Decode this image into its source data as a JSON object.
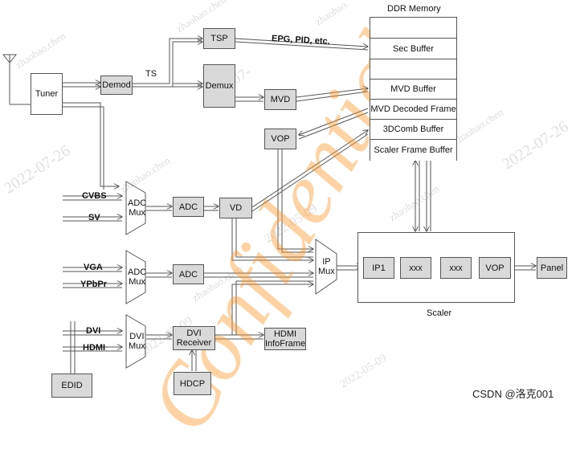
{
  "diagram": {
    "ddr_memory": {
      "title": "DDR Memory",
      "rows": [
        "",
        "Sec Buffer",
        "",
        "MVD Buffer",
        "MVD Decoded Frame",
        "3DComb Buffer",
        "Scaler Frame Buffer"
      ]
    },
    "blocks": {
      "tuner": "Tuner",
      "demod": "Demod",
      "tsp": "TSP",
      "demux": "Demux",
      "mvd": "MVD",
      "vop_top": "VOP",
      "adc_mux_1": [
        "ADC",
        "Mux"
      ],
      "adc_1": "ADC",
      "vd": "VD",
      "adc_mux_2": [
        "ADC",
        "Mux"
      ],
      "adc_2": "ADC",
      "dvi_mux": [
        "DVI",
        "Mux"
      ],
      "dvi_receiver": [
        "DVI",
        "Receiver"
      ],
      "hdmi_infoframe": [
        "HDMI",
        "InfoFrame"
      ],
      "hdcp": "HDCP",
      "edid": "EDID",
      "ip_mux": [
        "IP",
        "Mux"
      ],
      "panel": "Panel"
    },
    "scaler": {
      "label": "Scaler",
      "blocks": [
        "IP1",
        "xxx",
        "xxx",
        "VOP"
      ]
    },
    "labels": {
      "ts": "TS",
      "epg": "EPG, PID, etc.",
      "cvbs": "CVBS",
      "sv": "SV",
      "vga": "VGA",
      "ypbpr": "YPbPr",
      "dvi": "DVI",
      "hdmi": "HDMI"
    },
    "watermarks": {
      "dates": [
        "2022-07-26",
        "2022-07-",
        "2022-05-09",
        "2022-07-26",
        "2022-05-09",
        "2022-05-09",
        "2022-07-26"
      ],
      "names": [
        "zhaohao.chen",
        "zhaohao.chen",
        "zhaohao.",
        "zhaohao.chen",
        "zhaohao.chen",
        "zhaohao.chen",
        "zhaohao.chen"
      ],
      "confidential": "Confidential",
      "credit": "CSDN @洛克001"
    }
  }
}
